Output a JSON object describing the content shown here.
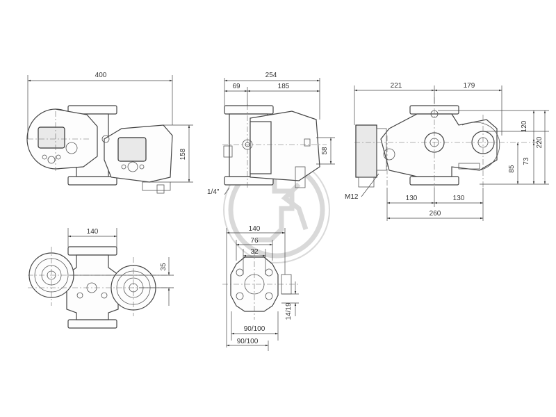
{
  "drawing": {
    "top_view": {
      "width": "400",
      "height": "158"
    },
    "side_view": {
      "overall": "254",
      "left": "69",
      "right": "185",
      "height": "58",
      "thread": "1/4\""
    },
    "end_view": {
      "left": "221",
      "right": "179",
      "h120": "120",
      "h220": "220",
      "h73": "73",
      "h85": "85",
      "b130a": "130",
      "b130b": "130",
      "b260": "260",
      "bolt": "M12"
    },
    "bottom_view": {
      "width": "140",
      "offset": "35"
    },
    "flange_view": {
      "d140": "140",
      "d76": "76",
      "d32": "32",
      "holes": "14/19",
      "pcd1": "90/100",
      "pcd2": "90/100"
    }
  }
}
